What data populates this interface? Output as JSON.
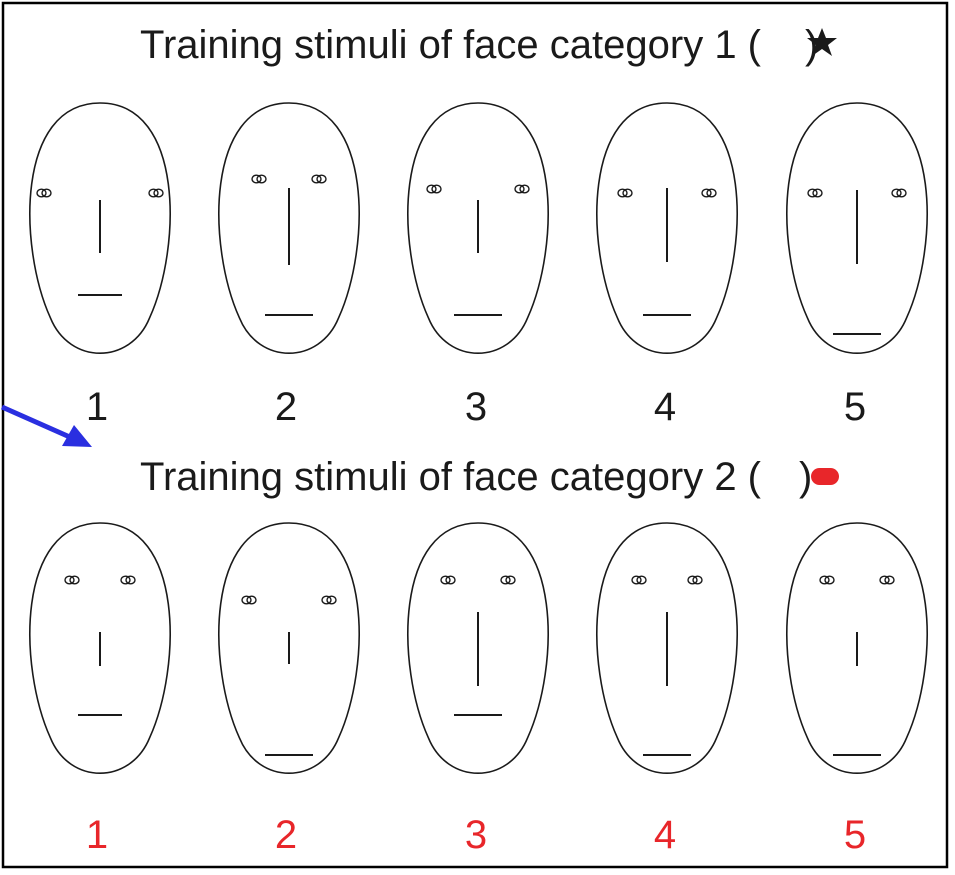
{
  "colors": {
    "text": "#1a1a1a",
    "category2_number": "#e8262a",
    "category2_symbol": "#e8262a",
    "arrow": "#2a2fe0",
    "border": "#000000"
  },
  "category1": {
    "title": "Training stimuli of face category 1 (",
    "title_close": ")",
    "symbol": "star-icon",
    "labels": [
      "1",
      "2",
      "3",
      "4",
      "5"
    ]
  },
  "category2": {
    "title": "Training stimuli of face category 2 (",
    "title_close": ")",
    "symbol": "red-pill-icon",
    "labels": [
      "1",
      "2",
      "3",
      "4",
      "5"
    ]
  }
}
